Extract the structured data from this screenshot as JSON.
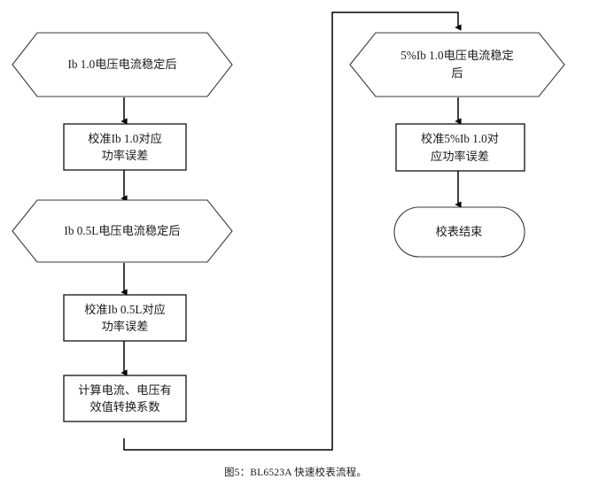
{
  "figure": {
    "caption": "图5：BL6523A 快速校表流程。",
    "background_color": "#ffffff",
    "shape_stroke_color": "#3a3a3a",
    "connector_color": "#000000",
    "text_color": "#1a1a1a"
  },
  "flow": {
    "left_column": {
      "node1": {
        "type": "hexagon",
        "text": "Ib 1.0电压电流稳定后"
      },
      "node2": {
        "type": "process",
        "line1": "校准Ib 1.0对应",
        "line2": "功率误差"
      },
      "node3": {
        "type": "hexagon",
        "text": "Ib 0.5L电压电流稳定后"
      },
      "node4": {
        "type": "process",
        "line1": "校准Ib 0.5L对应",
        "line2": "功率误差"
      },
      "node5": {
        "type": "process",
        "line1": "计算电流、电压有",
        "line2": "效值转换系数"
      }
    },
    "right_column": {
      "node6": {
        "type": "hexagon",
        "line1": "5%Ib 1.0电压电流稳定",
        "line2": "后"
      },
      "node7": {
        "type": "process",
        "line1": "校准5%Ib 1.0对",
        "line2": "应功率误差"
      },
      "node8": {
        "type": "terminator",
        "text": "校表结束"
      }
    },
    "edges": [
      {
        "name": "node1-to-node2",
        "kind": "straight-down-arrow"
      },
      {
        "name": "node2-to-node3",
        "kind": "straight-down-arrow"
      },
      {
        "name": "node3-to-node4",
        "kind": "straight-down-arrow"
      },
      {
        "name": "node4-to-node5",
        "kind": "straight-down-arrow"
      },
      {
        "name": "node5-to-node6",
        "kind": "elbow-right-up-right-down-arrow"
      },
      {
        "name": "node6-to-node7",
        "kind": "straight-down-arrow"
      },
      {
        "name": "node7-to-node8",
        "kind": "straight-down-arrow"
      }
    ]
  }
}
